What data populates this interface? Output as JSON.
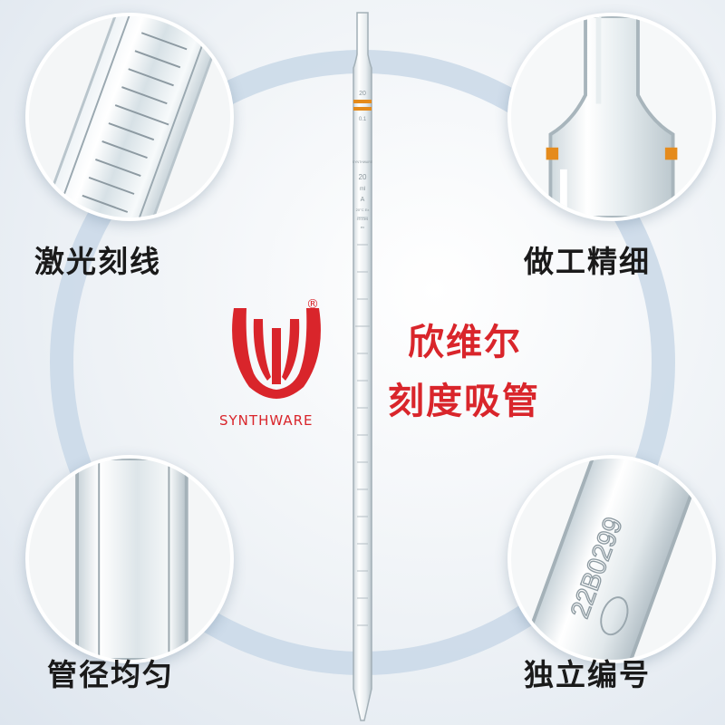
{
  "features": {
    "top_left": "激光刻线",
    "top_right": "做工精细",
    "bottom_left": "管径均匀",
    "bottom_right": "独立编号"
  },
  "brand": {
    "name": "SYNTHWARE",
    "registered_mark": "®",
    "color": "#d9252b"
  },
  "product": {
    "title_line1": "欣维尔",
    "title_line2": "刻度吸管"
  },
  "pipette_marks": {
    "top_value": "20",
    "top_sub": "0.1",
    "brand_small": "SYNTHWARE",
    "volume": "20",
    "unit": "ml",
    "class": "A",
    "temp": "20°C Ex",
    "extra": "±0.10ml",
    "code": "ex"
  },
  "serial_number": "22B0299"
}
